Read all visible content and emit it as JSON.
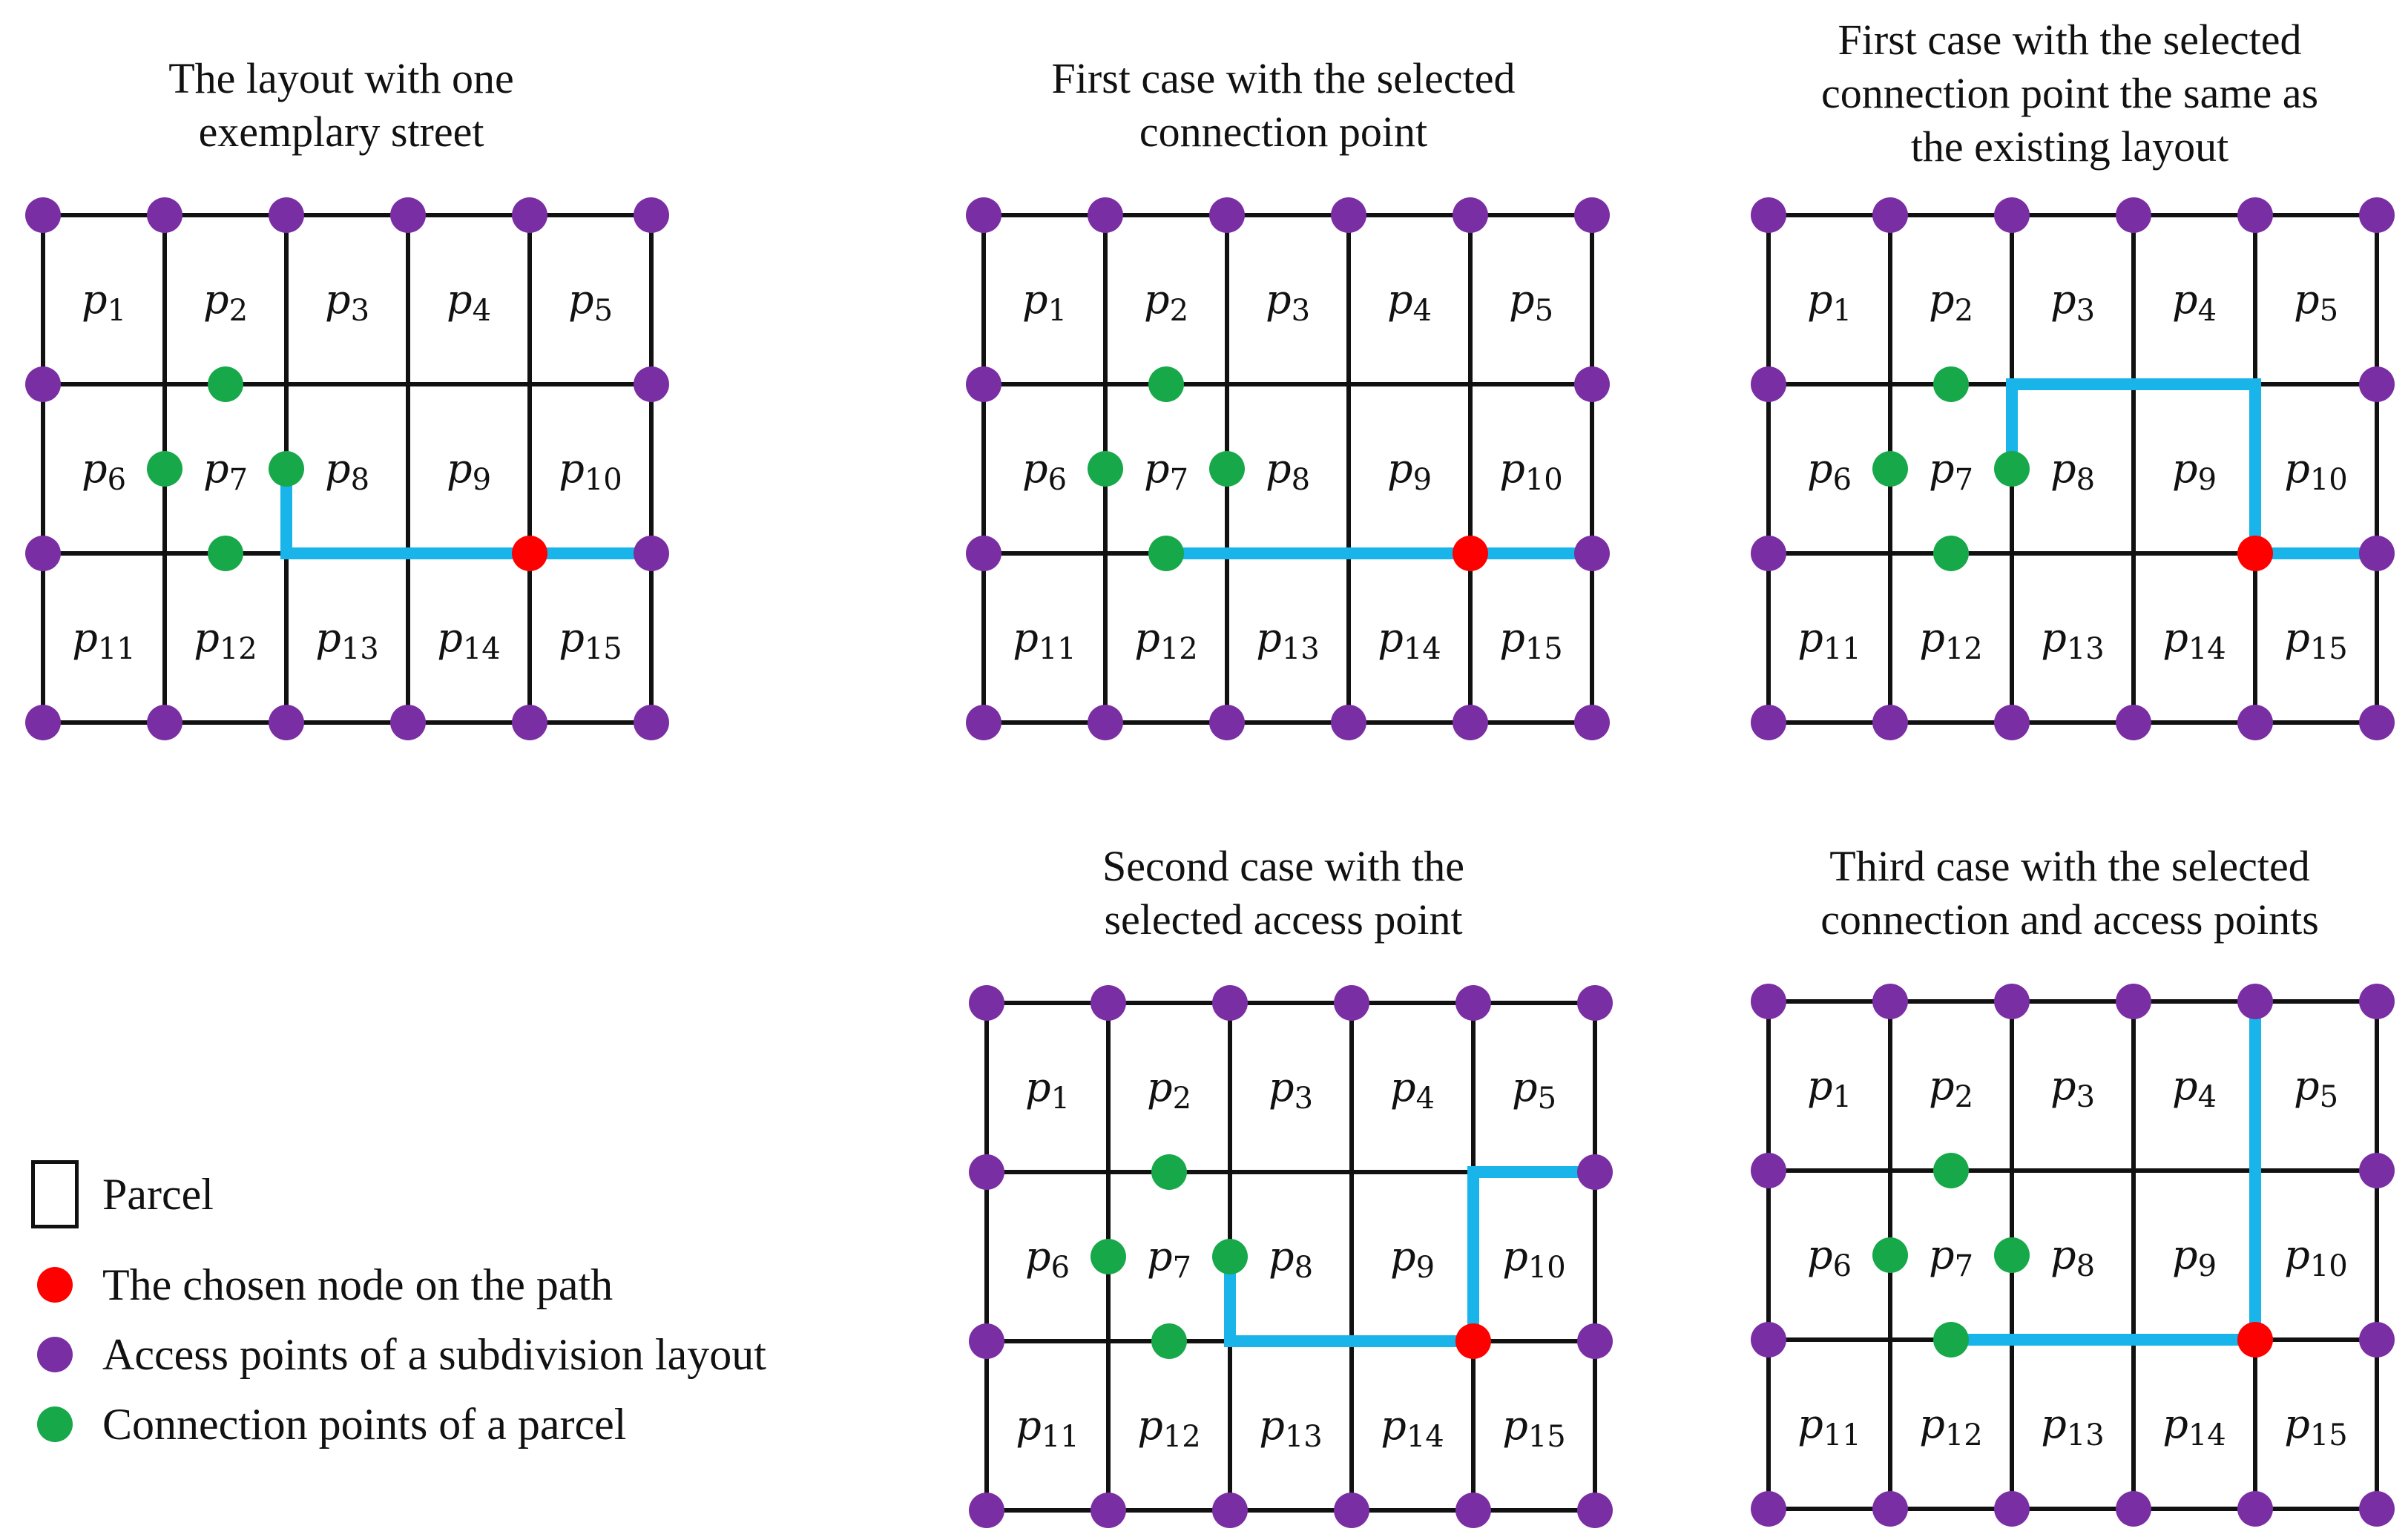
{
  "colors": {
    "access": "#7a2ea3",
    "connection": "#17a84a",
    "chosen": "#ff0000",
    "path": "#19b4ea",
    "line": "#111111"
  },
  "panels": [
    {
      "id": "panel-one-street",
      "title_lines": [
        "The layout with one",
        "exemplary street"
      ],
      "connection_points": [
        [
          1.5,
          1
        ],
        [
          1,
          1.5
        ],
        [
          2,
          1.5
        ],
        [
          1.5,
          2
        ]
      ],
      "chosen_node": [
        4,
        2
      ],
      "path": [
        [
          2,
          1.5
        ],
        [
          2,
          2
        ],
        [
          5,
          2
        ]
      ]
    },
    {
      "id": "panel-first-case",
      "title_lines": [
        "First case with the selected",
        "connection point"
      ],
      "connection_points": [
        [
          1.5,
          1
        ],
        [
          1,
          1.5
        ],
        [
          2,
          1.5
        ],
        [
          1.5,
          2
        ]
      ],
      "chosen_node": [
        4,
        2
      ],
      "path": [
        [
          1.5,
          2
        ],
        [
          5,
          2
        ]
      ]
    },
    {
      "id": "panel-first-case-same",
      "title_lines": [
        "First case with the selected",
        "connection point the same as",
        "the existing layout"
      ],
      "connection_points": [
        [
          1.5,
          1
        ],
        [
          1,
          1.5
        ],
        [
          2,
          1.5
        ],
        [
          1.5,
          2
        ]
      ],
      "chosen_node": [
        4,
        2
      ],
      "path": [
        [
          2,
          1.5
        ],
        [
          2,
          1
        ],
        [
          4,
          1
        ],
        [
          4,
          2
        ],
        [
          5,
          2
        ]
      ]
    },
    {
      "id": "panel-second-case",
      "title_lines": [
        "Second case with the",
        "selected access point"
      ],
      "connection_points": [
        [
          1.5,
          1
        ],
        [
          1,
          1.5
        ],
        [
          2,
          1.5
        ],
        [
          1.5,
          2
        ]
      ],
      "chosen_node": [
        4,
        2
      ],
      "path": [
        [
          2,
          1.5
        ],
        [
          2,
          2
        ],
        [
          4,
          2
        ],
        [
          4,
          1
        ],
        [
          5,
          1
        ]
      ]
    },
    {
      "id": "panel-third-case",
      "title_lines": [
        "Third case with the selected",
        "connection and access points"
      ],
      "connection_points": [
        [
          1.5,
          1
        ],
        [
          1,
          1.5
        ],
        [
          2,
          1.5
        ],
        [
          1.5,
          2
        ]
      ],
      "chosen_node": [
        4,
        2
      ],
      "path": [
        [
          1.5,
          2
        ],
        [
          4,
          2
        ],
        [
          4,
          0
        ]
      ]
    }
  ],
  "parcel_labels": [
    {
      "base": "p",
      "sub": "1"
    },
    {
      "base": "p",
      "sub": "2"
    },
    {
      "base": "p",
      "sub": "3"
    },
    {
      "base": "p",
      "sub": "4"
    },
    {
      "base": "p",
      "sub": "5"
    },
    {
      "base": "p",
      "sub": "6"
    },
    {
      "base": "p",
      "sub": "7"
    },
    {
      "base": "p",
      "sub": "8"
    },
    {
      "base": "p",
      "sub": "9"
    },
    {
      "base": "p",
      "sub": "10"
    },
    {
      "base": "p",
      "sub": "11"
    },
    {
      "base": "p",
      "sub": "12"
    },
    {
      "base": "p",
      "sub": "13"
    },
    {
      "base": "p",
      "sub": "14"
    },
    {
      "base": "p",
      "sub": "15"
    }
  ],
  "legend": {
    "parcel": "Parcel",
    "chosen": "The chosen node on the path",
    "access": "Access points of a subdivision layout",
    "connection": "Connection points of a parcel"
  }
}
